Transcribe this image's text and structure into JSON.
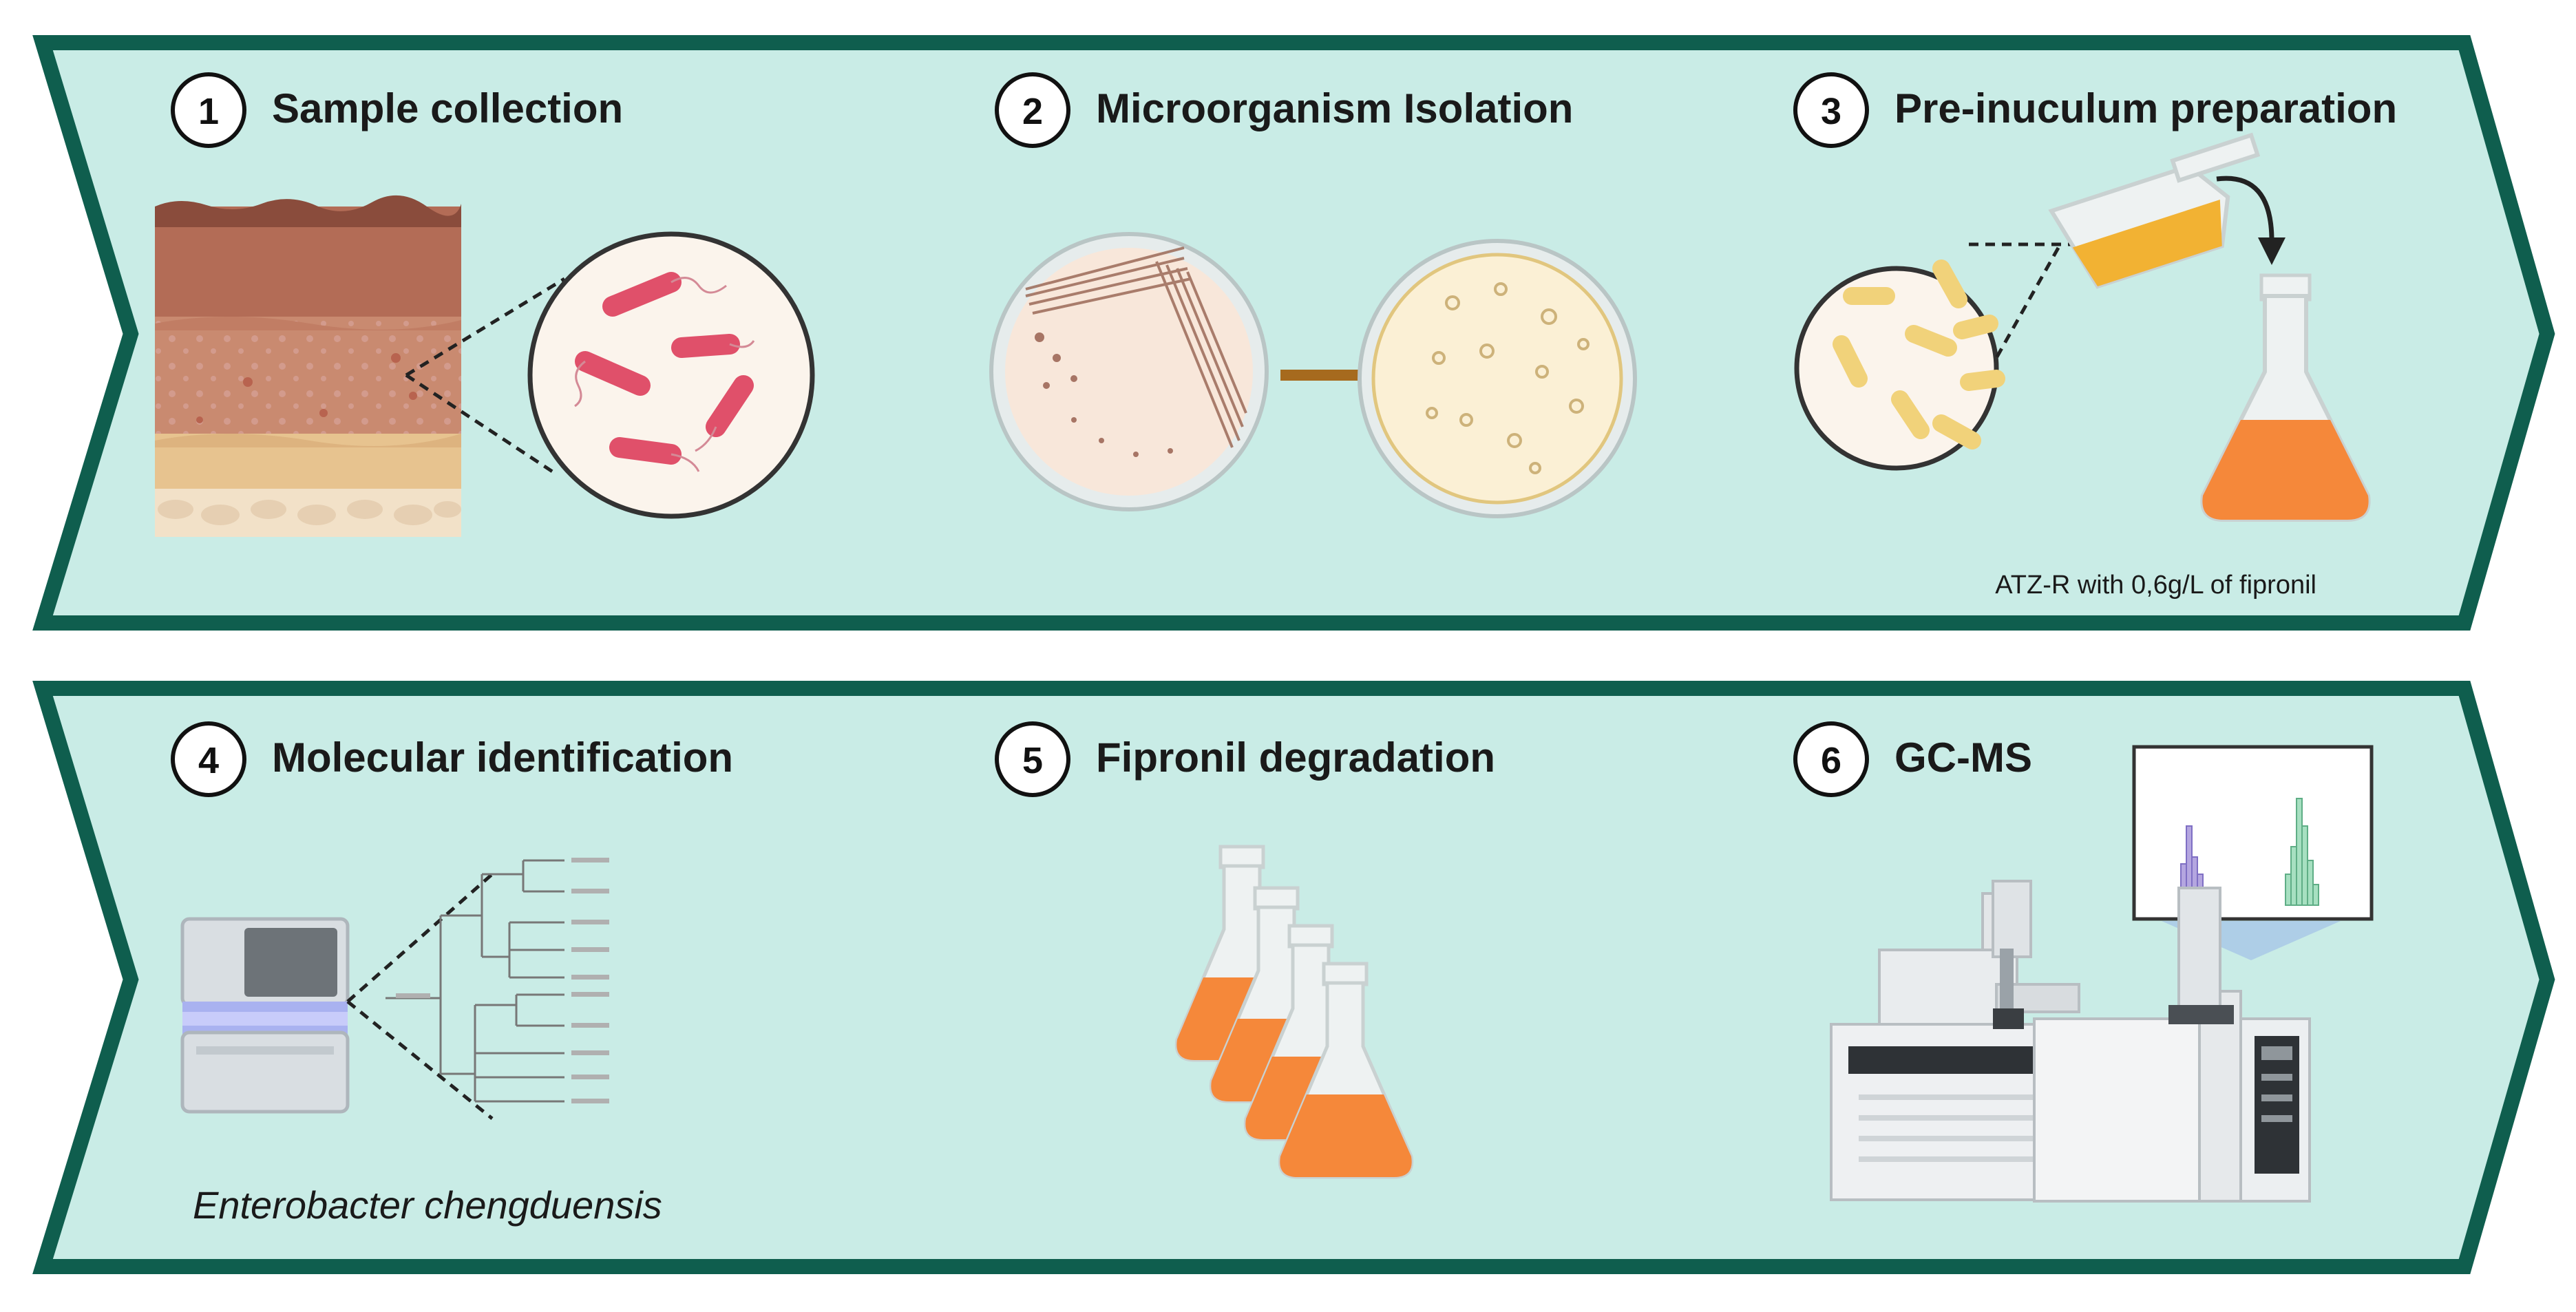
{
  "colors": {
    "panel_fill": "#c9ece6",
    "panel_border": "#0f5e4e",
    "soil_top": "#9a5a46",
    "soil_mid": "#c17d64",
    "soil_sand": "#e7c38f",
    "bacteria_pink": "#e0506a",
    "bacteria_yellow": "#f1d27a",
    "broth_orange": "#f5883a",
    "arrow_brown": "#a66a1e"
  },
  "steps": [
    {
      "number": "1",
      "title": "Sample collection",
      "icon": "soil-sample-icon"
    },
    {
      "number": "2",
      "title": "Microorganism Isolation",
      "icon": "petri-dish-icon"
    },
    {
      "number": "3",
      "title": "Pre-inuculum preparation",
      "icon": "flask-pour-icon",
      "note": "ATZ-R with 0,6g/L of fipronil"
    },
    {
      "number": "4",
      "title": "Molecular identification",
      "icon": "sequencer-icon",
      "note": "Enterobacter chengduensis"
    },
    {
      "number": "5",
      "title": "Fipronil degradation",
      "icon": "flasks-icon"
    },
    {
      "number": "6",
      "title": "GC-MS",
      "icon": "gc-ms-instrument-icon"
    }
  ]
}
